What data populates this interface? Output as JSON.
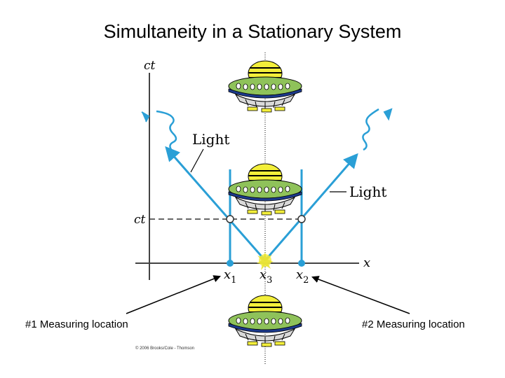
{
  "title": "Simultaneity in a Stationary System",
  "diagram": {
    "axis_ct_label": "ct",
    "axis_x_label": "x",
    "ct_tick_label": "ct",
    "light_label_left": "Light",
    "light_label_right": "Light",
    "x1_label": "x",
    "x1_sub": "1",
    "x2_label": "x",
    "x2_sub": "2",
    "x3_label": "x",
    "x3_sub": "3"
  },
  "annotations": {
    "left_label": "#1 Measuring location",
    "right_label": "#2 Measuring location"
  },
  "copyright": "© 2006 Brooks/Cole - Thomson",
  "colors": {
    "light_ray": "#2a9fd6",
    "worldline": "#2a9fd6",
    "ufo_body": "#8fc25a",
    "ufo_dome": "#f3ef3a",
    "ufo_rim": "#1c3a8c",
    "flash": "#f2ec48"
  }
}
